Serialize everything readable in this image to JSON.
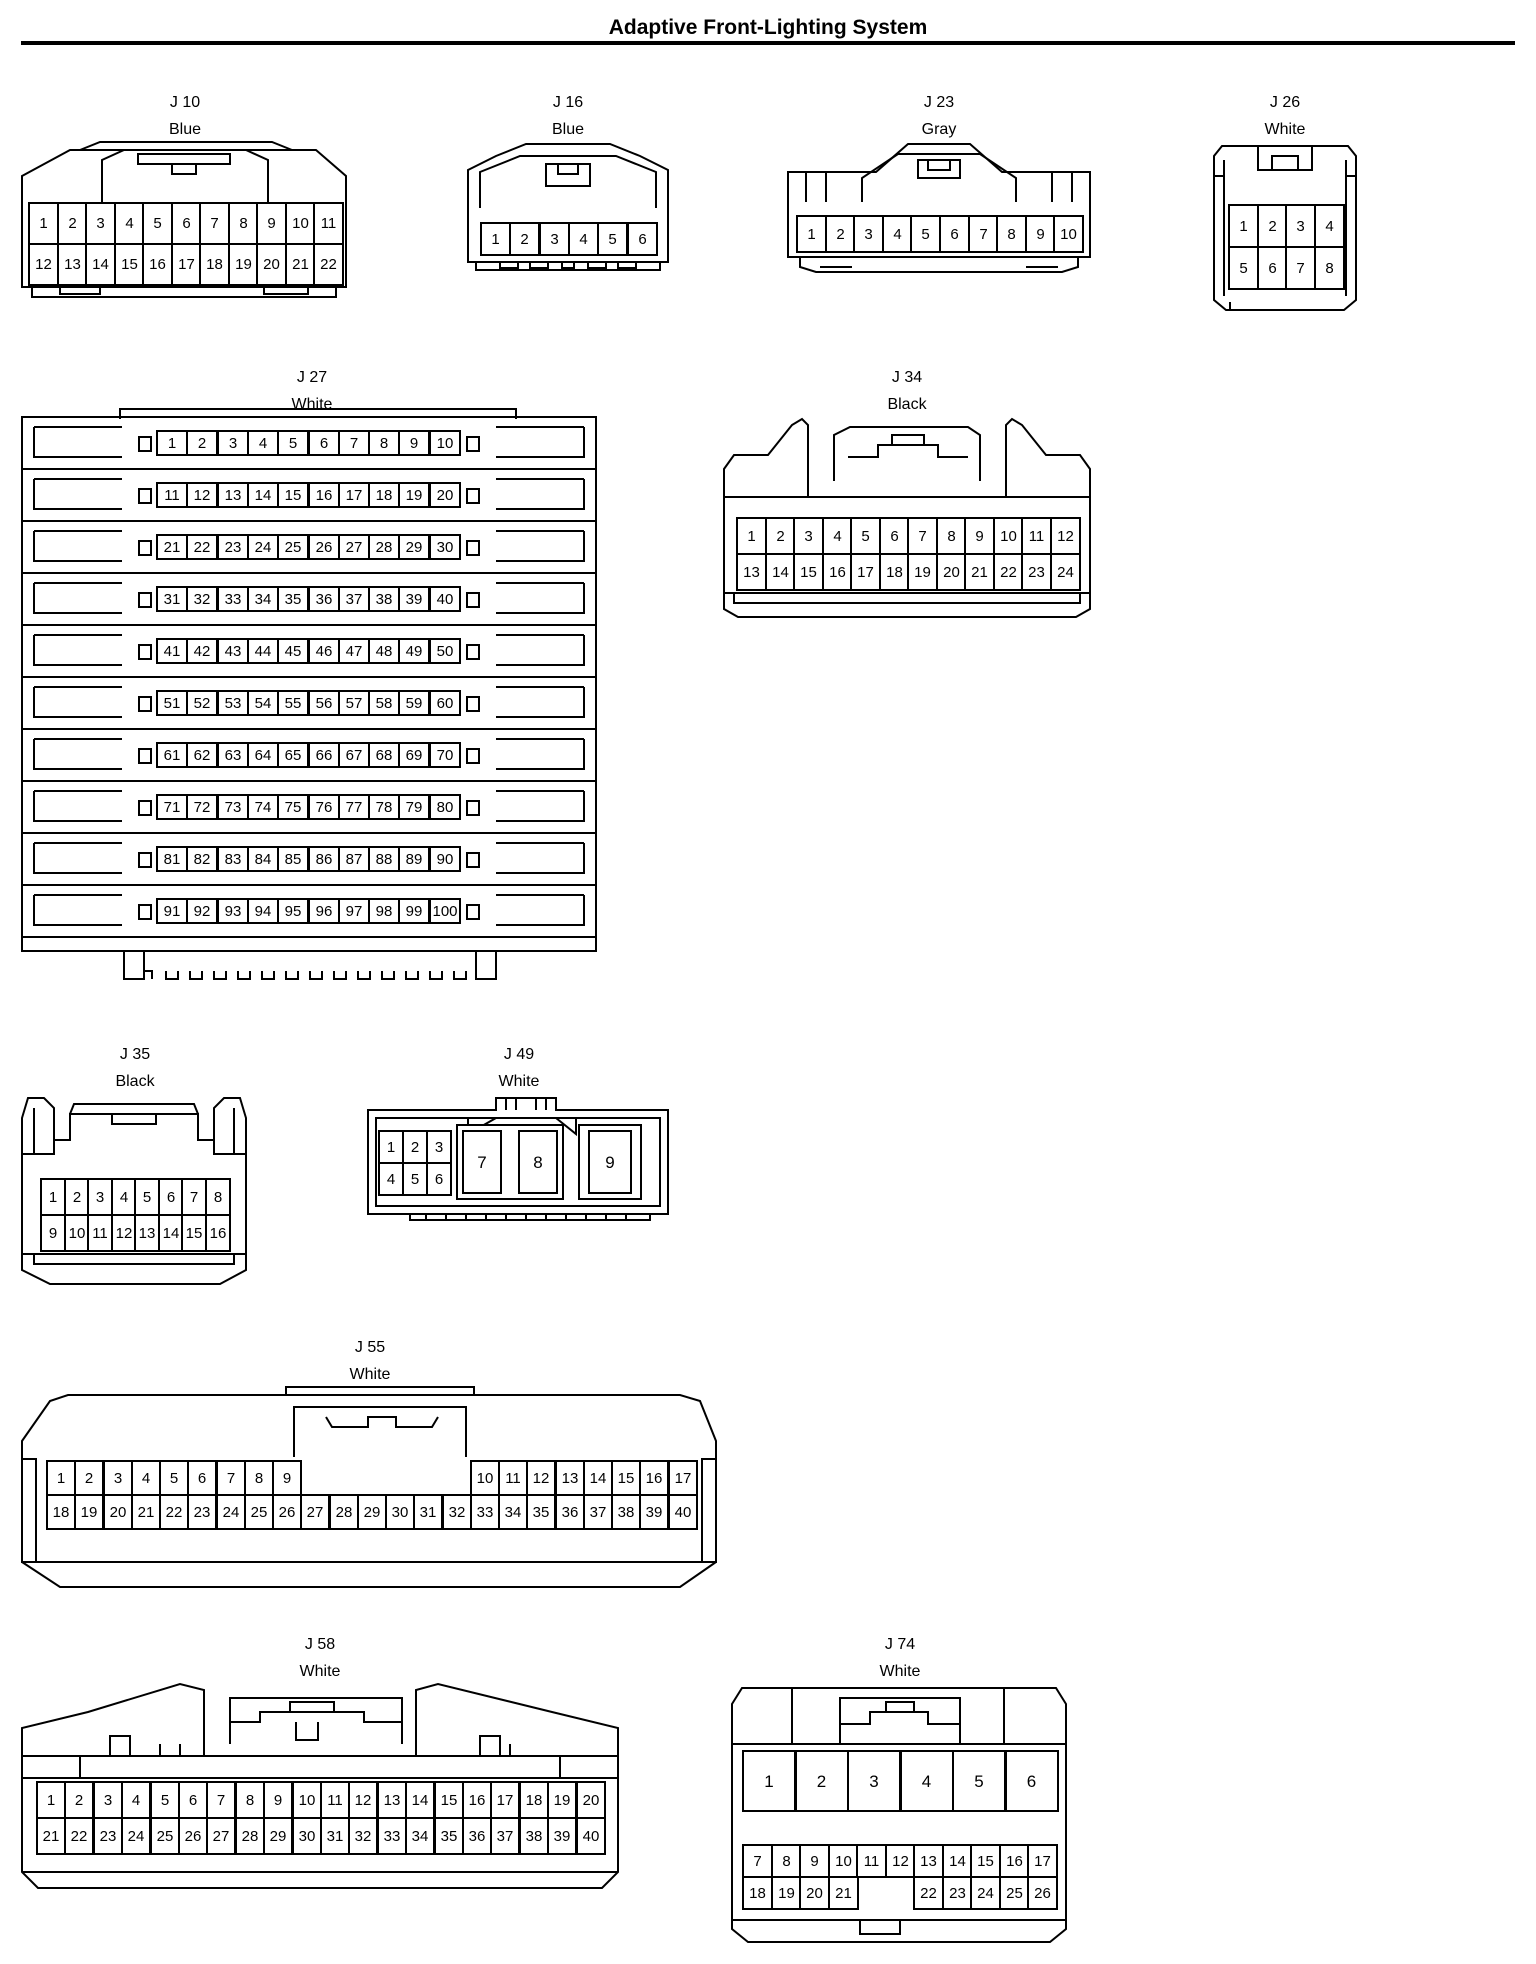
{
  "title": "Adaptive Front-Lighting System",
  "connectors": [
    {
      "id": "j10",
      "name": "J 10",
      "color": "Blue",
      "rows": [
        [
          "1",
          "2",
          "3",
          "4",
          "5",
          "6",
          "7",
          "8",
          "9",
          "10",
          "11"
        ],
        [
          "12",
          "13",
          "14",
          "15",
          "16",
          "17",
          "18",
          "19",
          "20",
          "21",
          "22"
        ]
      ]
    },
    {
      "id": "j16",
      "name": "J 16",
      "color": "Blue",
      "rows": [
        [
          "1",
          "2",
          "3",
          "4",
          "5",
          "6"
        ]
      ]
    },
    {
      "id": "j23",
      "name": "J 23",
      "color": "Gray",
      "rows": [
        [
          "1",
          "2",
          "3",
          "4",
          "5",
          "6",
          "7",
          "8",
          "9",
          "10"
        ]
      ]
    },
    {
      "id": "j26",
      "name": "J 26",
      "color": "White",
      "rows": [
        [
          "1",
          "2",
          "3",
          "4"
        ],
        [
          "5",
          "6",
          "7",
          "8"
        ]
      ]
    },
    {
      "id": "j27",
      "name": "J 27",
      "color": "White",
      "rows": [
        [
          "1",
          "2",
          "3",
          "4",
          "5",
          "6",
          "7",
          "8",
          "9",
          "10"
        ],
        [
          "11",
          "12",
          "13",
          "14",
          "15",
          "16",
          "17",
          "18",
          "19",
          "20"
        ],
        [
          "21",
          "22",
          "23",
          "24",
          "25",
          "26",
          "27",
          "28",
          "29",
          "30"
        ],
        [
          "31",
          "32",
          "33",
          "34",
          "35",
          "36",
          "37",
          "38",
          "39",
          "40"
        ],
        [
          "41",
          "42",
          "43",
          "44",
          "45",
          "46",
          "47",
          "48",
          "49",
          "50"
        ],
        [
          "51",
          "52",
          "53",
          "54",
          "55",
          "56",
          "57",
          "58",
          "59",
          "60"
        ],
        [
          "61",
          "62",
          "63",
          "64",
          "65",
          "66",
          "67",
          "68",
          "69",
          "70"
        ],
        [
          "71",
          "72",
          "73",
          "74",
          "75",
          "76",
          "77",
          "78",
          "79",
          "80"
        ],
        [
          "81",
          "82",
          "83",
          "84",
          "85",
          "86",
          "87",
          "88",
          "89",
          "90"
        ],
        [
          "91",
          "92",
          "93",
          "94",
          "95",
          "96",
          "97",
          "98",
          "99",
          "100"
        ]
      ]
    },
    {
      "id": "j34",
      "name": "J 34",
      "color": "Black",
      "rows": [
        [
          "1",
          "2",
          "3",
          "4",
          "5",
          "6",
          "7",
          "8",
          "9",
          "10",
          "11",
          "12"
        ],
        [
          "13",
          "14",
          "15",
          "16",
          "17",
          "18",
          "19",
          "20",
          "21",
          "22",
          "23",
          "24"
        ]
      ]
    },
    {
      "id": "j35",
      "name": "J 35",
      "color": "Black",
      "rows": [
        [
          "1",
          "2",
          "3",
          "4",
          "5",
          "6",
          "7",
          "8"
        ],
        [
          "9",
          "10",
          "11",
          "12",
          "13",
          "14",
          "15",
          "16"
        ]
      ]
    },
    {
      "id": "j49",
      "name": "J 49",
      "color": "White",
      "rows": [
        [
          "1",
          "2",
          "3"
        ],
        [
          "4",
          "5",
          "6"
        ],
        [
          "7",
          "8",
          "9"
        ]
      ]
    },
    {
      "id": "j55",
      "name": "J 55",
      "color": "White",
      "rows": [
        [
          "1",
          "2",
          "3",
          "4",
          "5",
          "6",
          "7",
          "8",
          "9",
          "10",
          "11",
          "12",
          "13",
          "14",
          "15",
          "16",
          "17"
        ],
        [
          "18",
          "19",
          "20",
          "21",
          "22",
          "23",
          "24",
          "25",
          "26",
          "27",
          "28",
          "29",
          "30",
          "31",
          "32",
          "33",
          "34",
          "35",
          "36",
          "37",
          "38",
          "39",
          "40"
        ]
      ]
    },
    {
      "id": "j58",
      "name": "J 58",
      "color": "White",
      "rows": [
        [
          "1",
          "2",
          "3",
          "4",
          "5",
          "6",
          "7",
          "8",
          "9",
          "10",
          "11",
          "12",
          "13",
          "14",
          "15",
          "16",
          "17",
          "18",
          "19",
          "20"
        ],
        [
          "21",
          "22",
          "23",
          "24",
          "25",
          "26",
          "27",
          "28",
          "29",
          "30",
          "31",
          "32",
          "33",
          "34",
          "35",
          "36",
          "37",
          "38",
          "39",
          "40"
        ]
      ]
    },
    {
      "id": "j74",
      "name": "J 74",
      "color": "White",
      "rows": [
        [
          "1",
          "2",
          "3",
          "4",
          "5",
          "6"
        ],
        [
          "7",
          "8",
          "9",
          "10",
          "11",
          "12",
          "13",
          "14",
          "15",
          "16",
          "17"
        ],
        [
          "18",
          "19",
          "20",
          "21",
          "22",
          "23",
          "24",
          "25",
          "26"
        ]
      ]
    }
  ]
}
